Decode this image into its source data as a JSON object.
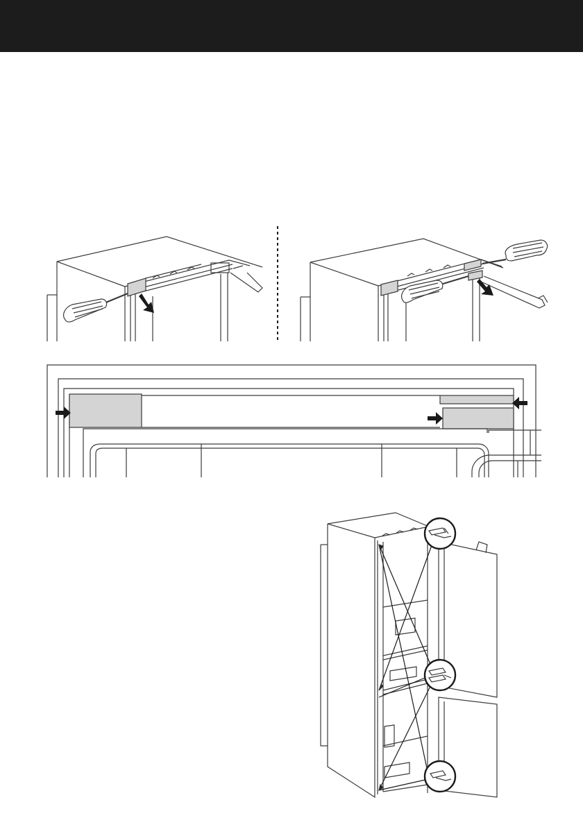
{
  "header": {
    "color": "#1c1c1c"
  },
  "colors": {
    "stroke": "#3a3a3a",
    "panel_fill": "#d4d4d4",
    "arrow": "#1a1a1a",
    "screwdriver_handle": "#ffffff"
  },
  "figures": [
    {
      "id": "fig-remove-left-cover",
      "icons": [
        "screwdriver-icon",
        "pull-arrow-icon"
      ]
    },
    {
      "id": "fig-remove-right-covers",
      "icons": [
        "screwdriver-icon",
        "screwdriver-icon",
        "pull-arrow-icon"
      ]
    },
    {
      "id": "fig-cover-detail",
      "icons": [
        "push-arrow-icon",
        "push-arrow-icon",
        "push-arrow-icon"
      ]
    },
    {
      "id": "fig-fridge-hinge-overview",
      "icons": [
        "hinge-highlight-circle-icon",
        "hinge-highlight-circle-icon",
        "hinge-highlight-circle-icon"
      ]
    }
  ]
}
